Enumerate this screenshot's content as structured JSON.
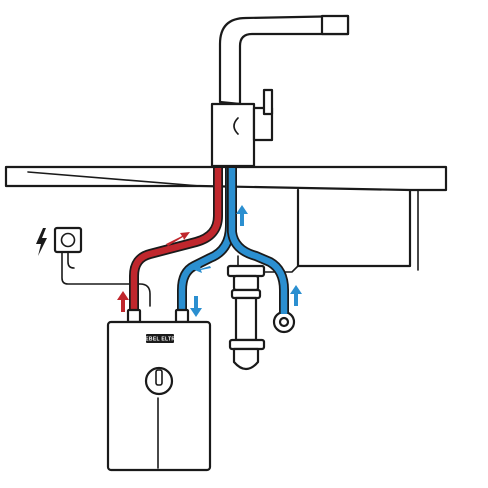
{
  "appliance": {
    "brand": "STIEBEL ELTRON",
    "type": "under-sink instantaneous water heater"
  },
  "colors": {
    "hot_water": "#c0272d",
    "cold_water": "#2b8fd0",
    "outline": "#1a1a1a",
    "background": "#ffffff"
  },
  "icons": {
    "electric": "lightning-bolt",
    "socket": "power-socket"
  }
}
